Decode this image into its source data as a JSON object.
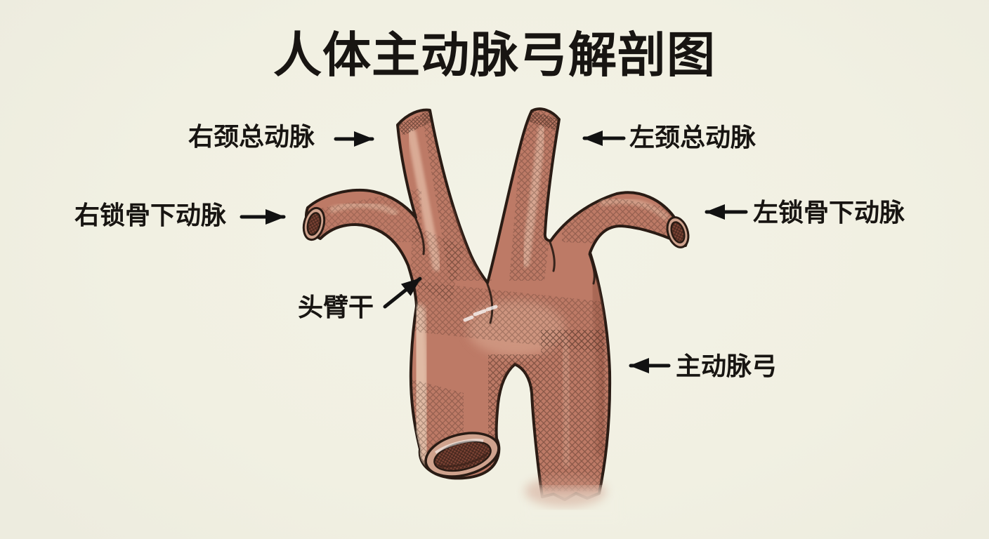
{
  "title": "人体主动脉弓解剖图",
  "labels": {
    "right_carotid": {
      "text": "右颈总动脉"
    },
    "left_carotid": {
      "text": "左颈总动脉"
    },
    "right_subclavian": {
      "text": "右锁骨下动脉"
    },
    "left_subclavian": {
      "text": "左锁骨下动脉"
    },
    "brachiocephalic": {
      "text": "头臂干"
    },
    "aortic_arch": {
      "text": "主动脉弓"
    }
  },
  "colors": {
    "background": "#f1f0e3",
    "vessel_fill": "#bd7a66",
    "vessel_highlight": "#ecd0ba",
    "vessel_shadow": "#9a5a48",
    "vessel_outline": "#291b14",
    "lumen_fill": "#7b4234",
    "label_text": "#181512",
    "arrow": "#121212"
  }
}
